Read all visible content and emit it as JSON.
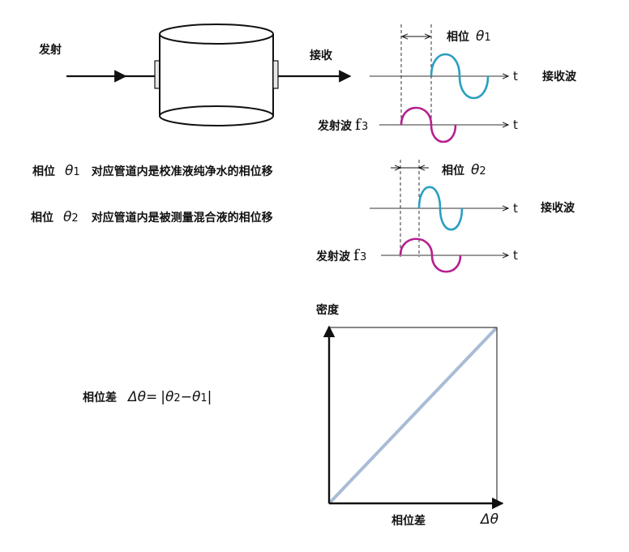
{
  "colors": {
    "receive_wave": "#2a9fc0",
    "transmit_wave": "#b5208f",
    "density_line": "#a9bcd6",
    "ink": "#111111"
  },
  "pipe": {
    "transmit_label": "发射",
    "receive_label": "接收"
  },
  "diagram1": {
    "phase_label": "相位",
    "phase_symbol": "θ",
    "phase_sub": "1",
    "receive_wave_label": "接收波",
    "transmit_wave_label": "发射波",
    "freq_symbol": "f",
    "freq_sub": "3",
    "time_label": "t"
  },
  "diagram2": {
    "phase_label": "相位",
    "phase_symbol": "θ",
    "phase_sub": "2",
    "receive_wave_label": "接收波",
    "transmit_wave_label": "发射波",
    "freq_symbol": "f",
    "freq_sub": "3",
    "time_label": "t"
  },
  "notes": {
    "theta1": {
      "prefix": "相位",
      "symbol": "θ",
      "sub": "1",
      "text": "对应管道内是校准液纯净水的相位移"
    },
    "theta2": {
      "prefix": "相位",
      "symbol": "θ",
      "sub": "2",
      "text": "对应管道内是被测量混合液的相位移"
    }
  },
  "formula": {
    "label": "相位差",
    "delta": "Δθ=",
    "bar_left": "|",
    "t2": "θ",
    "t2_sub": "2",
    "minus": "−",
    "t1": "θ",
    "t1_sub": "1",
    "bar_right": "|"
  },
  "chart_data": {
    "type": "line",
    "ylabel": "密度",
    "xlabel": "相位差",
    "xsymbol": "Δθ",
    "series": [
      {
        "x": [
          0,
          1
        ],
        "y": [
          0,
          1
        ]
      }
    ]
  }
}
